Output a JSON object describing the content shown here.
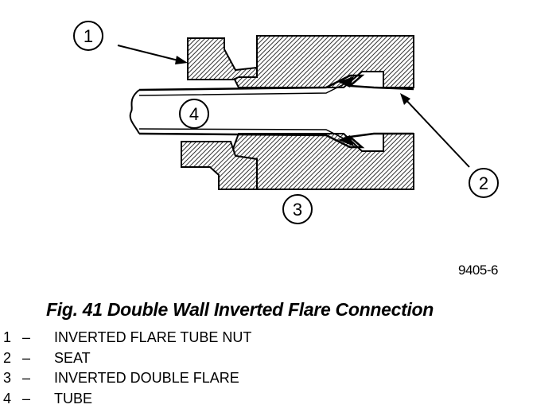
{
  "diagram": {
    "callouts": [
      {
        "id": "1",
        "label": "1"
      },
      {
        "id": "2",
        "label": "2"
      },
      {
        "id": "3",
        "label": "3"
      },
      {
        "id": "4",
        "label": "4"
      }
    ],
    "figure_code": "9405-6"
  },
  "caption": "Fig. 41 Double Wall Inverted Flare Connection",
  "legend": [
    {
      "num": "1",
      "dash": "–",
      "text": "INVERTED FLARE TUBE NUT"
    },
    {
      "num": "2",
      "dash": "–",
      "text": "SEAT"
    },
    {
      "num": "3",
      "dash": "–",
      "text": "INVERTED DOUBLE FLARE"
    },
    {
      "num": "4",
      "dash": "–",
      "text": "TUBE"
    }
  ]
}
